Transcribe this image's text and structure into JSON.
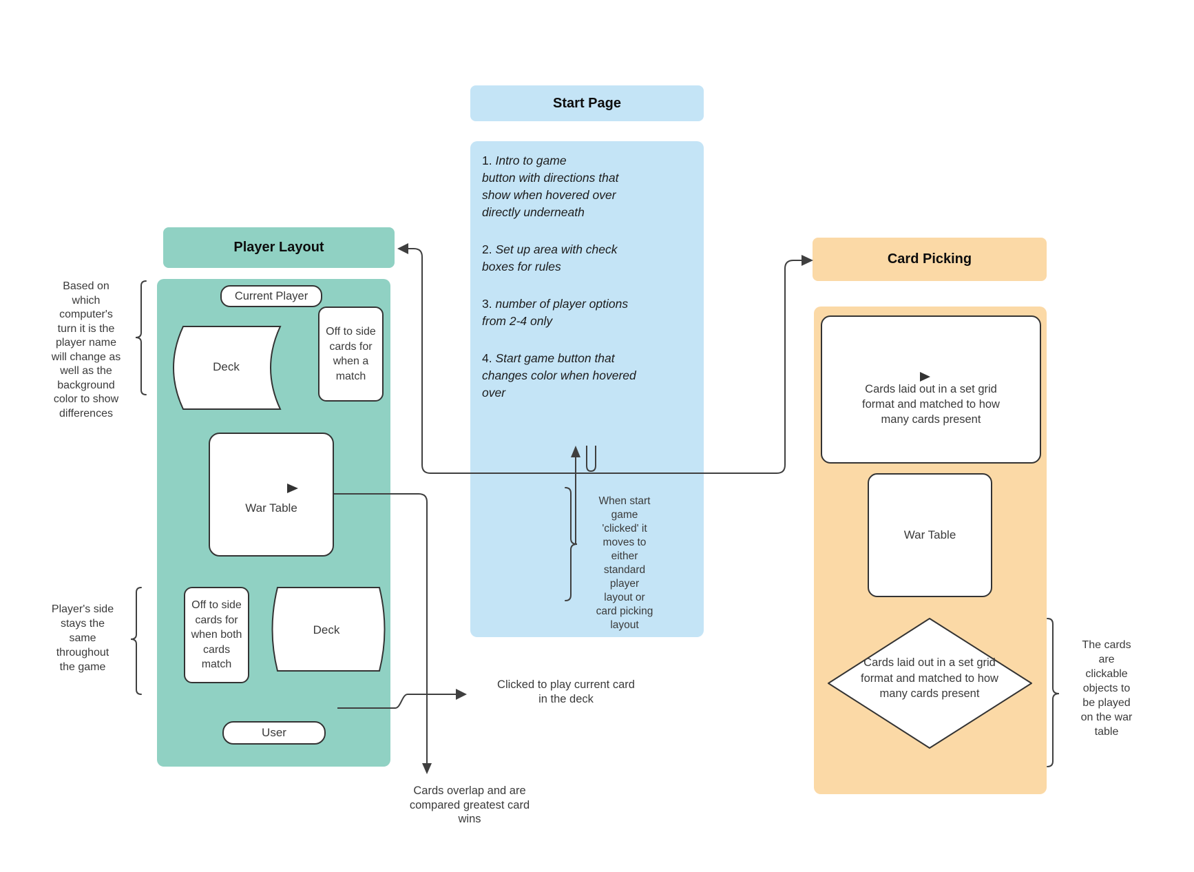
{
  "palette": {
    "green": "#90d1c3",
    "blue": "#c4e4f6",
    "orange": "#fbd9a6",
    "line": "#3f3f3f",
    "shape_border": "#333333"
  },
  "player_layout": {
    "title": "Player Layout",
    "current_player": "Current Player",
    "deck_top": "Deck",
    "off_side_top": "Off to side\ncards for\nwhen a\nmatch",
    "war_table": "War Table",
    "off_side_bottom": "Off to side\ncards for\nwhen both\ncards\nmatch",
    "deck_bottom": "Deck",
    "user": "User"
  },
  "start_page": {
    "title": "Start Page",
    "items": [
      {
        "num": "1. ",
        "text": "Intro to game\nbutton with directions that\nshow when hovered over\ndirectly underneath"
      },
      {
        "num": "2. ",
        "text": "Set up area with check\nboxes for rules"
      },
      {
        "num": "3. ",
        "text": "number of player options\nfrom 2-4  only"
      },
      {
        "num": "4. ",
        "text": "Start game button that\nchanges color when hovered\nover"
      }
    ],
    "when_start_note": "When start\ngame\n'clicked' it\nmoves to\neither\nstandard\nplayer\nlayout or\ncard picking\nlayout"
  },
  "card_picking": {
    "title": "Card Picking",
    "grid_box": "Cards laid out in a set grid\nformat and matched to how\nmany cards present",
    "war_table": "War Table",
    "grid_diamond": "Cards laid out in a set grid\nformat and matched to how\nmany cards present"
  },
  "annotations": {
    "turn_note": "Based on\nwhich\ncomputer's\nturn it is the\nplayer name\nwill change as\nwell as the\nbackground\ncolor to show\ndifferences",
    "side_note": "Player's side\nstays the\nsame\nthroughout\nthe game",
    "clickable_note": "The cards\nare\nclickable\nobjects to\nbe played\non the war\ntable",
    "click_play_note": "Clicked to play current card\nin the deck",
    "overlap_note": "Cards overlap  and are\ncompared  greatest card\nwins"
  }
}
